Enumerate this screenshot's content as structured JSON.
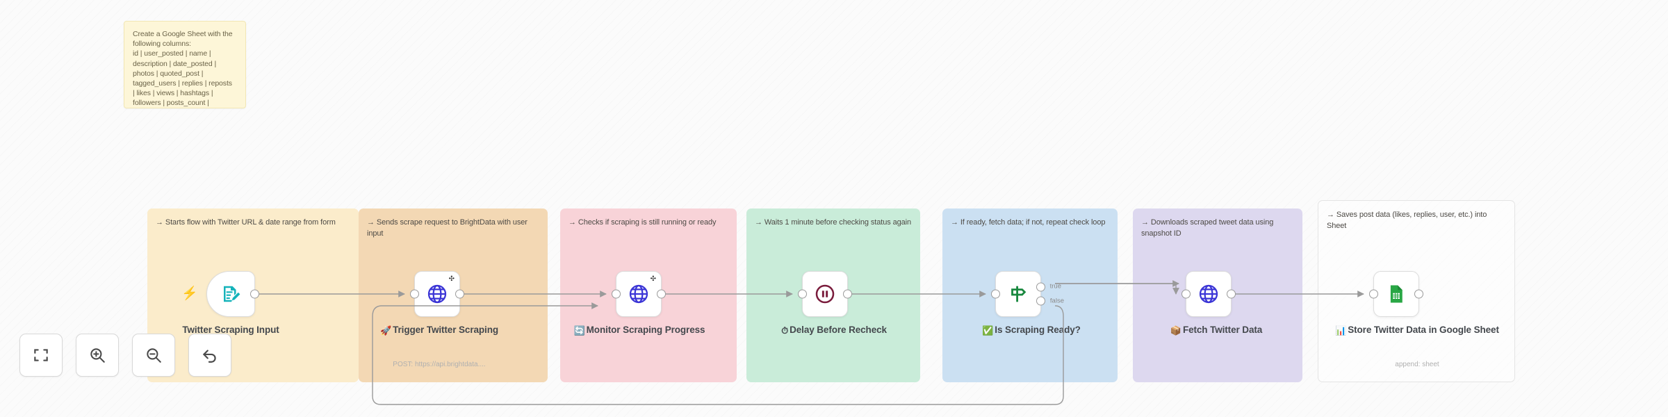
{
  "sticky_note": {
    "lines": [
      "Create a Google Sheet with the",
      "following columns:",
      "id | user_posted | name |",
      "description | date_posted |",
      "photos | quoted_post |",
      "tagged_users | replies | reposts",
      "| likes | views | hashtags |",
      "followers | posts_count |"
    ]
  },
  "groups": [
    {
      "note": "→ Starts flow with Twitter URL & date range from form",
      "color": "#fbeccb"
    },
    {
      "note": "→ Sends scrape request to BrightData with user input",
      "color": "#f3d8b4"
    },
    {
      "note": "→ Checks if scraping is still running or ready",
      "color": "#f8d3d8"
    },
    {
      "note": "→ Waits 1 minute before checking status again",
      "color": "#c9ecd9"
    },
    {
      "note": "→ If ready, fetch data; if not, repeat check loop",
      "color": "#cbe0f2"
    },
    {
      "note": "→ Downloads scraped tweet data using snapshot ID",
      "color": "#ddd8ef"
    },
    {
      "note": "→ Saves post data (likes, replies, user, etc.) into Sheet",
      "color": "#ffffff"
    }
  ],
  "nodes": [
    {
      "name": "Twitter Scraping Input",
      "icon": "form-icon",
      "subtitle": ""
    },
    {
      "name": "Trigger Twitter Scraping",
      "emoji": "🚀",
      "icon": "globe-icon",
      "subtitle": "POST: https://api.brightdata...."
    },
    {
      "name": "Monitor Scraping Progress",
      "emoji": "🔄",
      "icon": "globe-icon",
      "subtitle": ""
    },
    {
      "name": "Delay Before Recheck",
      "emoji": "⏱",
      "icon": "pause-icon",
      "subtitle": ""
    },
    {
      "name": "Is Scraping Ready?",
      "emoji": "✅",
      "icon": "signpost-icon",
      "subtitle": ""
    },
    {
      "name": "Fetch Twitter Data",
      "emoji": "📦",
      "icon": "globe-icon",
      "subtitle": ""
    },
    {
      "name": "Store Twitter Data in Google Sheet",
      "emoji": "📊",
      "icon": "google-sheets-icon",
      "subtitle": "append: sheet"
    }
  ],
  "branch_labels": {
    "true": "true",
    "false": "false"
  },
  "toolbar": [
    {
      "label": "fit-to-view"
    },
    {
      "label": "zoom-in"
    },
    {
      "label": "zoom-out"
    },
    {
      "label": "reset-zoom"
    }
  ],
  "colors": {
    "edge": "#9a9a9a",
    "trigger_bolt": "#ff6d5a",
    "globe": "#3b35d6",
    "form": "#15b3ba",
    "pause": "#7a1c3c",
    "signpost": "#19883f",
    "sheets": "#29a745"
  }
}
